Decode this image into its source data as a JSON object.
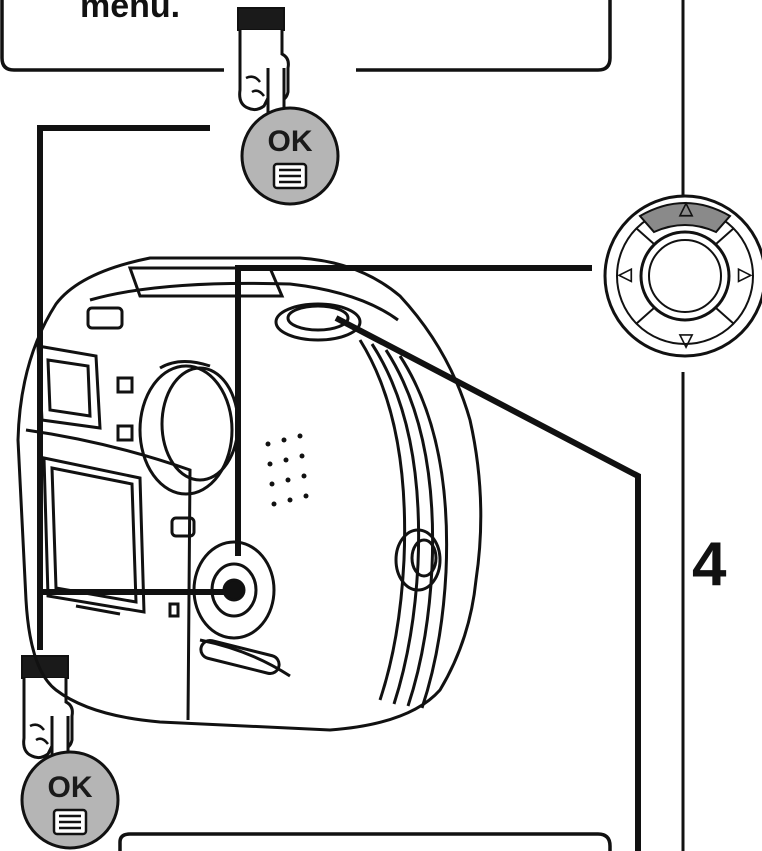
{
  "caption": {
    "text": "menu."
  },
  "step": {
    "number": "4"
  },
  "ok_button_top": {
    "label": "OK",
    "icon": "menu-list-icon"
  },
  "ok_button_bottom": {
    "label": "OK",
    "icon": "menu-list-icon"
  },
  "arrow_pad": {
    "up": "△",
    "left": "◁",
    "right": "▷",
    "down": "▽",
    "highlighted": "up"
  },
  "icons": {
    "hand_top": "pressing-hand-icon",
    "hand_bottom": "pressing-hand-icon",
    "camera": "digital-camera-illustration"
  },
  "colors": {
    "ink": "#111111",
    "button_fill": "#b5b5b5",
    "highlight": "#8a8a8a"
  }
}
